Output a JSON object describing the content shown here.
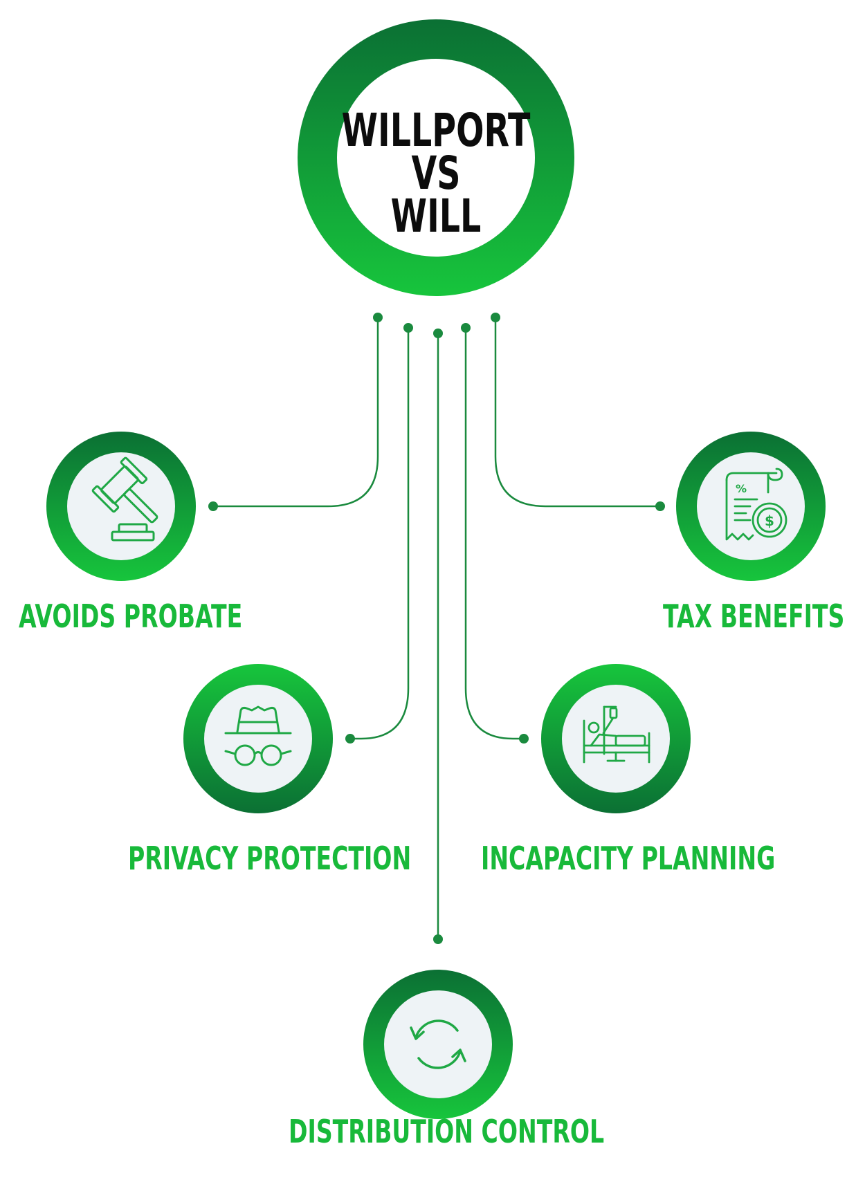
{
  "title": {
    "line1": "WILLPORT",
    "line2": "VS",
    "line3": "WILL"
  },
  "items": [
    {
      "label": "AVOIDS PROBATE",
      "icon": "gavel-icon"
    },
    {
      "label": "PRIVACY PROTECTION",
      "icon": "incognito-hat-glasses-icon"
    },
    {
      "label": "DISTRIBUTION CONTROL",
      "icon": "refresh-arrows-icon"
    },
    {
      "label": "INCAPACITY PLANNING",
      "icon": "hospital-bed-icon"
    },
    {
      "label": "TAX BENEFITS",
      "icon": "tax-receipt-dollar-icon"
    }
  ],
  "colors": {
    "dark_green": "#0b7034",
    "bright_green": "#17c53c",
    "label_green": "#18b93a",
    "connector": "#1a8a3e",
    "icon_stroke": "#1fa845",
    "icon_bg": "#eef3f6"
  }
}
